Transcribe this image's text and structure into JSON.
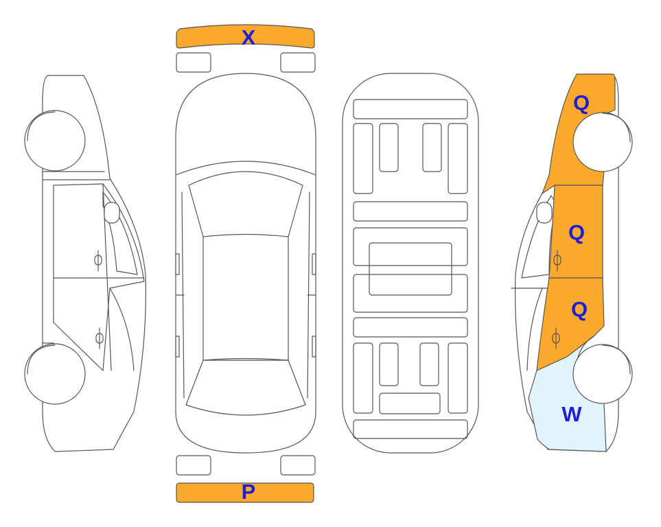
{
  "colors": {
    "marked": "#FBA92C",
    "light": "#E1F4FB",
    "label": "#1F1FD8",
    "outline": "#555555"
  },
  "markers": {
    "front_bumper": "X",
    "rear_bumper": "P",
    "right_front_fender": "Q",
    "right_front_door": "Q",
    "right_rear_door": "Q",
    "right_rear_quarter": "W"
  }
}
